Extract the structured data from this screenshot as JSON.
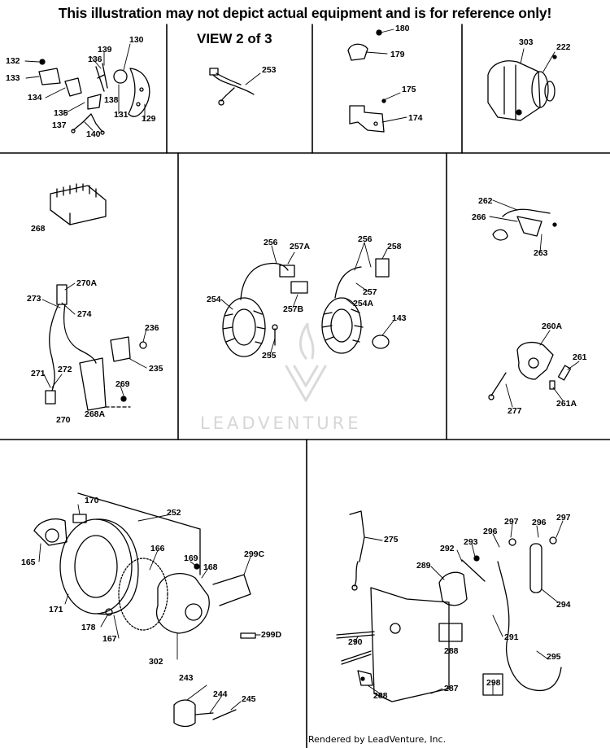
{
  "header": {
    "disclaimer": "This illustration may not depict actual equipment and is for reference only!",
    "view": "VIEW 2 of 3"
  },
  "watermark": "LEADVENTURE",
  "footer": "Rendered by LeadVenture, Inc.",
  "colors": {
    "ink": "#000000",
    "watermark": "#d6d6d6",
    "background": "#ffffff"
  },
  "callouts": {
    "c132": "132",
    "c133": "133",
    "c134": "134",
    "c135": "135",
    "c136": "136",
    "c137": "137",
    "c138": "138",
    "c139": "139",
    "c140": "140",
    "c130": "130",
    "c131": "131",
    "c129": "129",
    "c253": "253",
    "c180": "180",
    "c179": "179",
    "c175": "175",
    "c174": "174",
    "c303": "303",
    "c222": "222",
    "c268": "268",
    "c270A": "270A",
    "c273": "273",
    "c274": "274",
    "c236": "236",
    "c235": "235",
    "c271": "271",
    "c272": "272",
    "c269": "269",
    "c270": "270",
    "c268A": "268A",
    "c256a": "256",
    "c257A": "257A",
    "c254a": "254",
    "c257B": "257B",
    "c255": "255",
    "c256b": "256",
    "c258": "258",
    "c257": "257",
    "c254A": "254A",
    "c143": "143",
    "c262": "262",
    "c266": "266",
    "c263": "263",
    "c260A": "260A",
    "c261": "261",
    "c261A": "261A",
    "c277": "277",
    "c170": "170",
    "c252": "252",
    "c165": "165",
    "c166": "166",
    "c169": "169",
    "c168": "168",
    "c299C": "299C",
    "c171": "171",
    "c178": "178",
    "c167": "167",
    "c299D": "299D",
    "c302": "302",
    "c243": "243",
    "c244": "244",
    "c245": "245",
    "c275": "275",
    "c297a": "297",
    "c296a": "296",
    "c296b": "296",
    "c297b": "297",
    "c292": "292",
    "c293": "293",
    "c289": "289",
    "c294": "294",
    "c291": "291",
    "c290": "290",
    "c288a": "288",
    "c295": "295",
    "c298": "298",
    "c287": "287",
    "c288b": "288"
  }
}
